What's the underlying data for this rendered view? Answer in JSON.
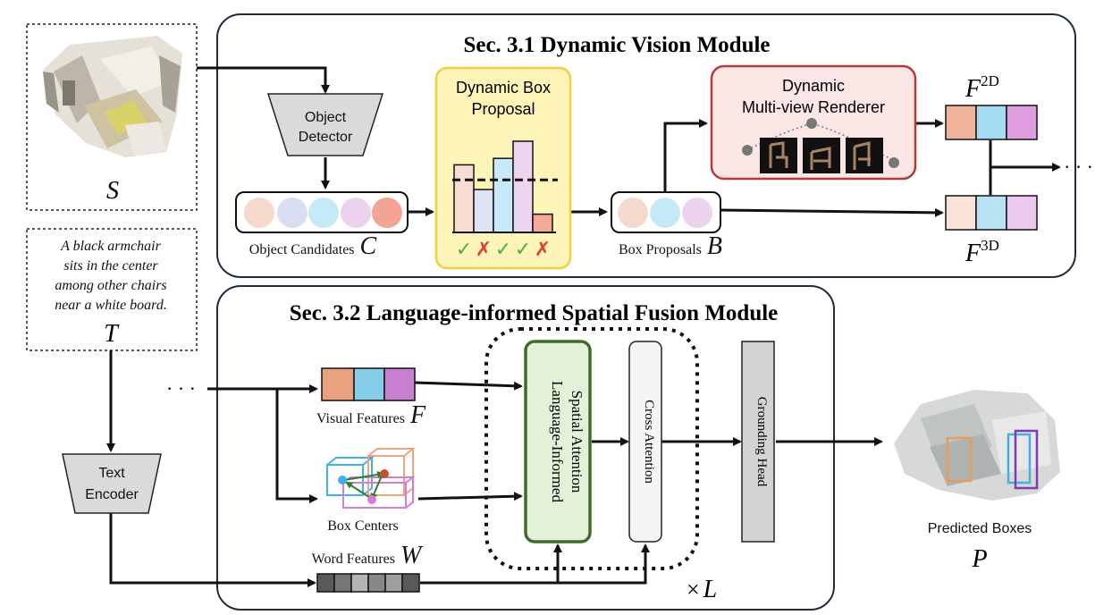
{
  "section1": {
    "title": "Sec. 3.1 Dynamic Vision Module"
  },
  "section2": {
    "title": "Sec. 3.2 Language-informed Spatial Fusion Module"
  },
  "scene": {
    "symbol": "S"
  },
  "text_input": {
    "lines": [
      "A black armchair",
      "sits in the center",
      "among other chairs",
      "near a white board."
    ],
    "symbol": "T"
  },
  "object_detector": {
    "line1": "Object",
    "line2": "Detector"
  },
  "object_candidates": {
    "label": "Object Candidates",
    "symbol": "C",
    "colors": [
      "#f6d9cc",
      "#d9def0",
      "#c6e9f7",
      "#ecd2ee",
      "#f3a494"
    ]
  },
  "dynamic_box_proposal": {
    "line1": "Dynamic Box",
    "line2": "Proposal",
    "bar_values": [
      0.63,
      0.4,
      0.69,
      0.85,
      0.17
    ],
    "threshold": 0.49,
    "bar_colors": [
      "#f7dcd4",
      "#dde2f4",
      "#c8e9f8",
      "#eed4f1",
      "#f5a896"
    ],
    "marks": [
      "✓",
      "✗",
      "✓",
      "✓",
      "✗"
    ]
  },
  "box_proposals": {
    "label": "Box Proposals",
    "symbol": "B",
    "colors": [
      "#f6d9cc",
      "#c6e9f7",
      "#ecd2ee"
    ]
  },
  "renderer": {
    "line1": "Dynamic",
    "line2": "Multi-view Renderer"
  },
  "feature_2d": {
    "symbol": "F",
    "superscript": "2D",
    "colors": [
      "#efb499",
      "#a5dcf2",
      "#de9edf"
    ]
  },
  "feature_3d": {
    "symbol": "F",
    "superscript": "3D",
    "colors": [
      "#fae2d8",
      "#b8e2f4",
      "#ecc9ef"
    ]
  },
  "continuation": "· · ·",
  "visual_features": {
    "label": "Visual Features",
    "symbol": "F",
    "colors": [
      "#e9a27f",
      "#86cdea",
      "#c77fd0"
    ]
  },
  "box_centers": {
    "label": "Box Centers"
  },
  "text_encoder": {
    "line1": "Text",
    "line2": "Encoder"
  },
  "word_features": {
    "label": "Word Features",
    "symbol": "W"
  },
  "lisa": {
    "line1": "Language-Informed",
    "line2": "Spatial Attention"
  },
  "cross_attention": {
    "label": "Cross Attention"
  },
  "grounding_head": {
    "label": "Grounding Head"
  },
  "repeat": {
    "times": "×",
    "symbol": "L"
  },
  "predicted": {
    "label": "Predicted Boxes",
    "symbol": "P"
  }
}
